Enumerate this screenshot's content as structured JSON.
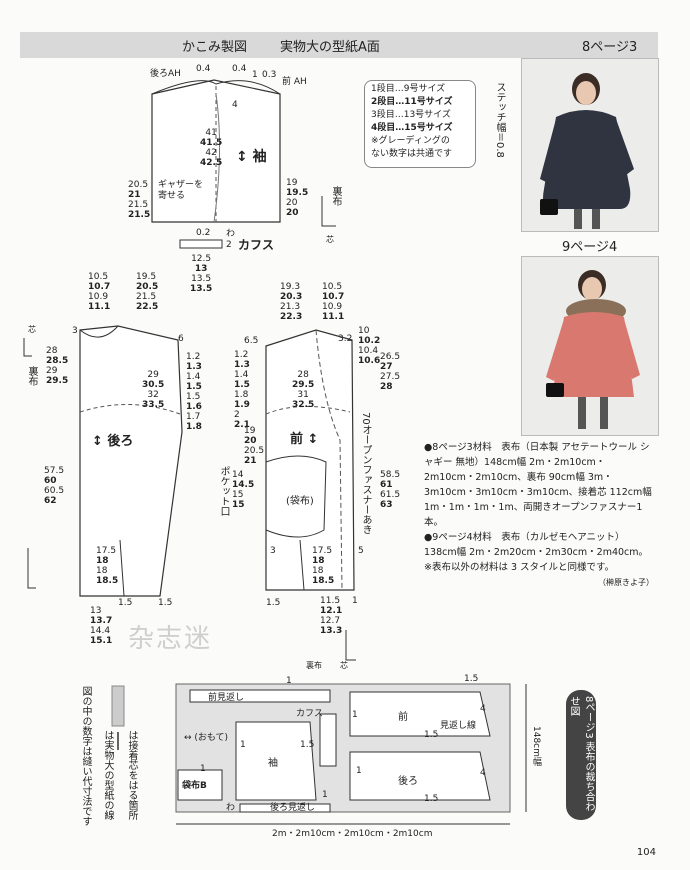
{
  "header": {
    "left_title": "かこみ製図",
    "center_title": "実物大の型紙A面",
    "right_title": "8ページ3"
  },
  "photos": {
    "second_caption": "9ページ4"
  },
  "size_legend": {
    "lines": [
      {
        "text": "1段目…9号サイズ",
        "bold": false
      },
      {
        "text": "2段目…11号サイズ",
        "bold": true
      },
      {
        "text": "3段目…13号サイズ",
        "bold": false
      },
      {
        "text": "4段目…15号サイズ",
        "bold": true
      },
      {
        "text": "※グレーディングの",
        "bold": false
      },
      {
        "text": "ない数字は共通です",
        "bold": false
      }
    ]
  },
  "stitch_note": "ステッチ幅＝0.8",
  "sleeve": {
    "label": "袖",
    "back_ah": "後ろAH",
    "front_ah": "前 AH",
    "gather_note_1": "ギャザーを",
    "gather_note_2": "寄せる",
    "top_nums": [
      "0.4",
      "0.4",
      "1",
      "0.3",
      "4"
    ],
    "length_nums": [
      "41",
      "41.5",
      "42",
      "42.5"
    ],
    "left_nums": [
      "20.5",
      "21",
      "21.5",
      "21.5"
    ],
    "right_nums": [
      "19",
      "19.5",
      "20",
      "20"
    ],
    "wa": "わ"
  },
  "cuff": {
    "label": "カフス",
    "nums_top": [
      "0.2",
      "2"
    ],
    "nums_bottom": [
      "12.5",
      "13",
      "13.5",
      "13.5"
    ],
    "omote": "裏布",
    "shin": "芯"
  },
  "back_piece": {
    "label": "後ろ",
    "top_nums": [
      "10.5",
      "10.7",
      "10.9",
      "11.1"
    ],
    "top_nums2": [
      "19.5",
      "20.5",
      "21.5",
      "22.5"
    ],
    "left_nums": [
      "28",
      "28.5",
      "29",
      "29.5"
    ],
    "mid_nums": [
      "29",
      "30.5",
      "32",
      "33.5"
    ],
    "right_nums": [
      "1.2",
      "1.3",
      "1.4",
      "1.5",
      "1.5",
      "1.6",
      "1.7",
      "1.8"
    ],
    "length_nums": [
      "57.5",
      "60",
      "60.5",
      "62"
    ],
    "hem_nums": [
      "17.5",
      "18",
      "18",
      "18.5"
    ],
    "bottom_nums": [
      "13",
      "13.7",
      "14.4",
      "15.1"
    ],
    "seam": [
      "1.5",
      "1.5",
      "3",
      "6"
    ],
    "ura": "裏布",
    "shin": "芯"
  },
  "front_piece": {
    "label": "前",
    "top_nums": [
      "19.3",
      "20.3",
      "21.3",
      "22.3"
    ],
    "top_nums2": [
      "10.5",
      "10.7",
      "10.9",
      "11.1"
    ],
    "right_nums": [
      "10",
      "10.2",
      "10.4",
      "10.6"
    ],
    "right_nums2": [
      "26.5",
      "27",
      "27.5",
      "28"
    ],
    "mid_nums": [
      "28",
      "29.5",
      "31",
      "32.5"
    ],
    "left_nums": [
      "1.2",
      "1.3",
      "1.4",
      "1.5",
      "1.8",
      "1.9",
      "2",
      "2.1"
    ],
    "side_nums": [
      "19",
      "20",
      "20.5",
      "21"
    ],
    "pocket_nums": [
      "14",
      "14.5",
      "15",
      "15"
    ],
    "length_nums": [
      "58.5",
      "61",
      "61.5",
      "63"
    ],
    "hem_nums": [
      "17.5",
      "18",
      "18",
      "18.5"
    ],
    "bottom_nums": [
      "11.5",
      "12.1",
      "12.7",
      "13.3"
    ],
    "zipper_note": "70オープンファスナーあき",
    "pocket_label": "ポケット口",
    "bag_label": "(袋布)",
    "seam": [
      "6.5",
      "3.2",
      "3",
      "5",
      "1.5",
      "1"
    ],
    "ura": "裏布",
    "shin": "芯"
  },
  "watermark": "杂志迷",
  "materials": {
    "p8_line": "●8ページ3材料　表布（日本製 アセテートウール シャギー 無地）148cm幅 2m・2m10cm・2m10cm・2m10cm、裏布 90cm幅 3m・3m10cm・3m10cm・3m10cm、接着芯 112cm幅 1m・1m・1m・1m、両開きオープンファスナー1本。",
    "p9_line": "●9ページ4材料　表布（カルゼモヘアニット）138cm幅 2m・2m20cm・2m30cm・2m40cm。",
    "note": "※表布以外の材料は 3 スタイルと同様です。",
    "credit": "（榊原きよ子）"
  },
  "layout_diagram": {
    "title": "8ページ3 表布の裁ち合わせ図",
    "width_label": "2m・2m10cm・2m10cm・2m10cm",
    "height_label": "148cm幅",
    "pieces": [
      "前見返し",
      "カフス",
      "前",
      "見返し線",
      "袖",
      "後ろ",
      "袋布B",
      "後ろ見返し",
      "わ"
    ],
    "omote": "(おもて)",
    "nums": [
      "1",
      "1",
      "1.5",
      "1.5",
      "4",
      "4",
      "1.5",
      "1.5",
      "1",
      "1",
      "1",
      "1"
    ]
  },
  "left_legend": {
    "line1": "図の中の数字は縫い代寸法です",
    "line2": "は実物大の型紙の線",
    "line3": "は接着芯をはる箇所"
  },
  "page_number": "104"
}
